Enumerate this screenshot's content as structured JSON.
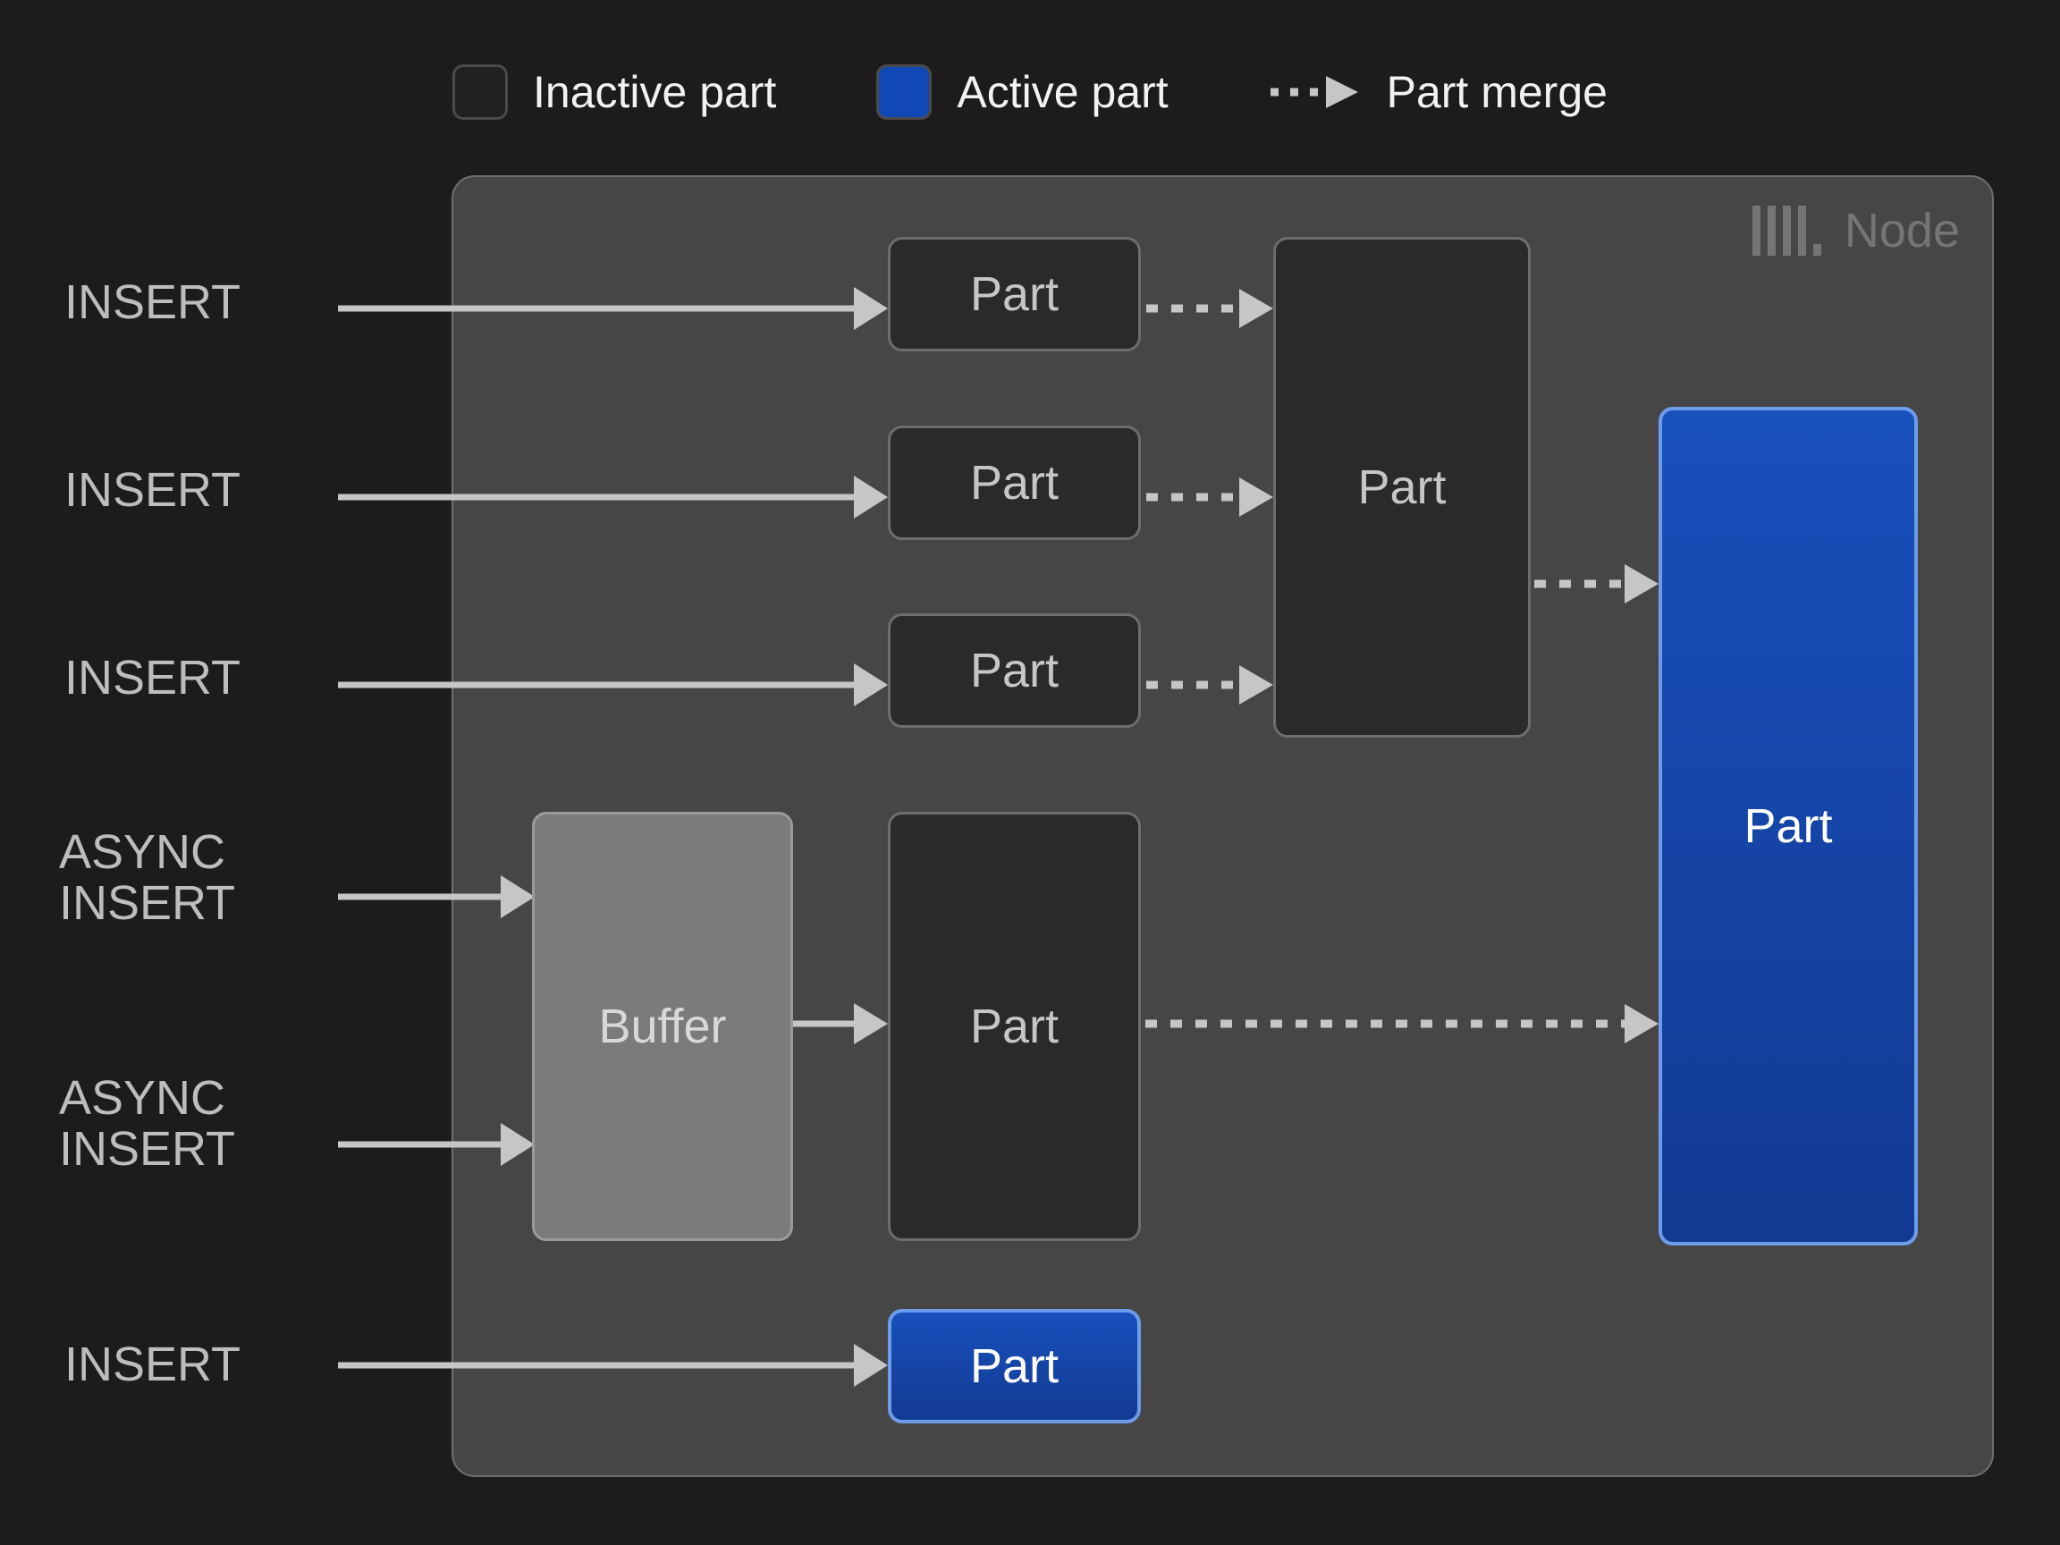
{
  "legend": {
    "items": [
      {
        "id": "inactive-part",
        "label": "Inactive part",
        "swatch": "inactive",
        "color": "#202120"
      },
      {
        "id": "active-part",
        "label": "Active part",
        "swatch": "active",
        "color": "#1248b5"
      },
      {
        "id": "part-merge",
        "label": "Part merge",
        "swatch": "dashed-arrow",
        "color": "#c6c6c6"
      }
    ]
  },
  "node": {
    "label": "Node",
    "logo_icon": "clickhouse-logo-icon",
    "panel_color": "#464646",
    "border_color": "#6f6f6f"
  },
  "sources": [
    {
      "id": "insert-1",
      "label": "INSERT"
    },
    {
      "id": "insert-2",
      "label": "INSERT"
    },
    {
      "id": "insert-3",
      "label": "INSERT"
    },
    {
      "id": "async-insert-1",
      "label": "ASYNC\nINSERT"
    },
    {
      "id": "async-insert-2",
      "label": "ASYNC\nINSERT"
    },
    {
      "id": "insert-4",
      "label": "INSERT"
    }
  ],
  "boxes": {
    "part_row_1": "Part",
    "part_row_2": "Part",
    "part_row_3": "Part",
    "merged_part": "Part",
    "buffer": "Buffer",
    "async_part": "Part",
    "active_part_small": "Part",
    "active_part_large": "Part"
  },
  "colors": {
    "background": "#1c1c1c",
    "inactive_fill": "#2a2a2a",
    "inactive_border": "#6d6d6d",
    "buffer_fill": "#7b7b7b",
    "active_fill": "#1850bc",
    "active_border": "#6e9cea",
    "arrow": "#c6c6c6",
    "text": "#bdbdbd"
  }
}
